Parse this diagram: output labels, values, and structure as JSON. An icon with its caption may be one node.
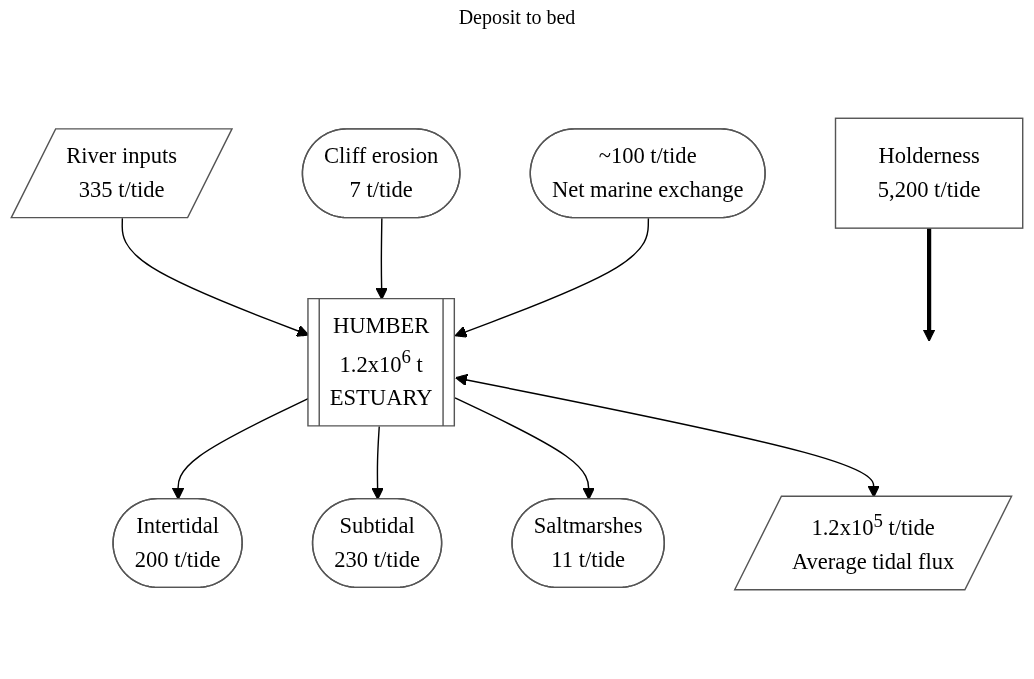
{
  "diagram": {
    "nodes": [
      {
        "text": [
          "River inputs",
          "335 t/tide"
        ]
      },
      {
        "text": [
          "Intertidal",
          "200 t/tide"
        ]
      },
      {
        "text": [
          "Subtidal",
          "230 t/tide"
        ]
      },
      {
        "text": [
          "HUMBER",
          "1.2x10$^{6}$ t",
          "ESTUARY"
        ]
      },
      {
        "text": [
          "Cliff erosion",
          "7 t/tide"
        ]
      },
      {
        "text": [
          "Saltmarshes",
          "11 t/tide"
        ]
      },
      {
        "text": [
          "~100 t/tide",
          "Net marine exchange"
        ]
      },
      {
        "text": [
          "1.2x10$^{5}$ t/tide",
          "Average tidal flux"
        ]
      },
      {
        "text": [
          "Holderness",
          "5,200 t/tide"
        ]
      }
    ],
    "edges": [
      {
        "from": 0,
        "to": 3,
        "arrow": "to"
      },
      {
        "from": 3,
        "to": 1,
        "arrow": "to"
      },
      {
        "from": 3,
        "to": 2,
        "arrow": "to"
      },
      {
        "from": 4,
        "to": 3,
        "arrow": "to"
      },
      {
        "from": 3,
        "to": 5,
        "arrow": "to"
      },
      {
        "from": 6,
        "to": 3,
        "arrow": "to"
      },
      {
        "from": 3,
        "to": 7,
        "arrow": "both"
      },
      {
        "from": 8,
        "to": null,
        "arrow": "to",
        "style": "thick"
      }
    ],
    "labels": [
      "Deposit to bed"
    ]
  }
}
